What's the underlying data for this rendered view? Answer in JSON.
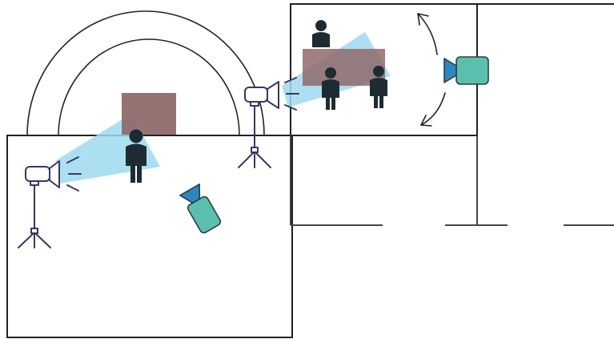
{
  "diagram": {
    "type": "studio-floor-plan",
    "text_labels": [],
    "colors": {
      "wall_line": "#222222",
      "partition_line": "#444444",
      "light_stand": "#3b3567",
      "light_beam": "#9ed9ee",
      "set_piece": "#8f6b6a",
      "person": "#1d2c33",
      "camera_body": "#5bbfae",
      "camera_lens": "#2e86c1",
      "camera_outline": "#2a3d45",
      "arrow": "#222222"
    },
    "counts": {
      "people": 4,
      "light_stands": 2,
      "cameras": 2,
      "set_pieces": 2
    }
  }
}
